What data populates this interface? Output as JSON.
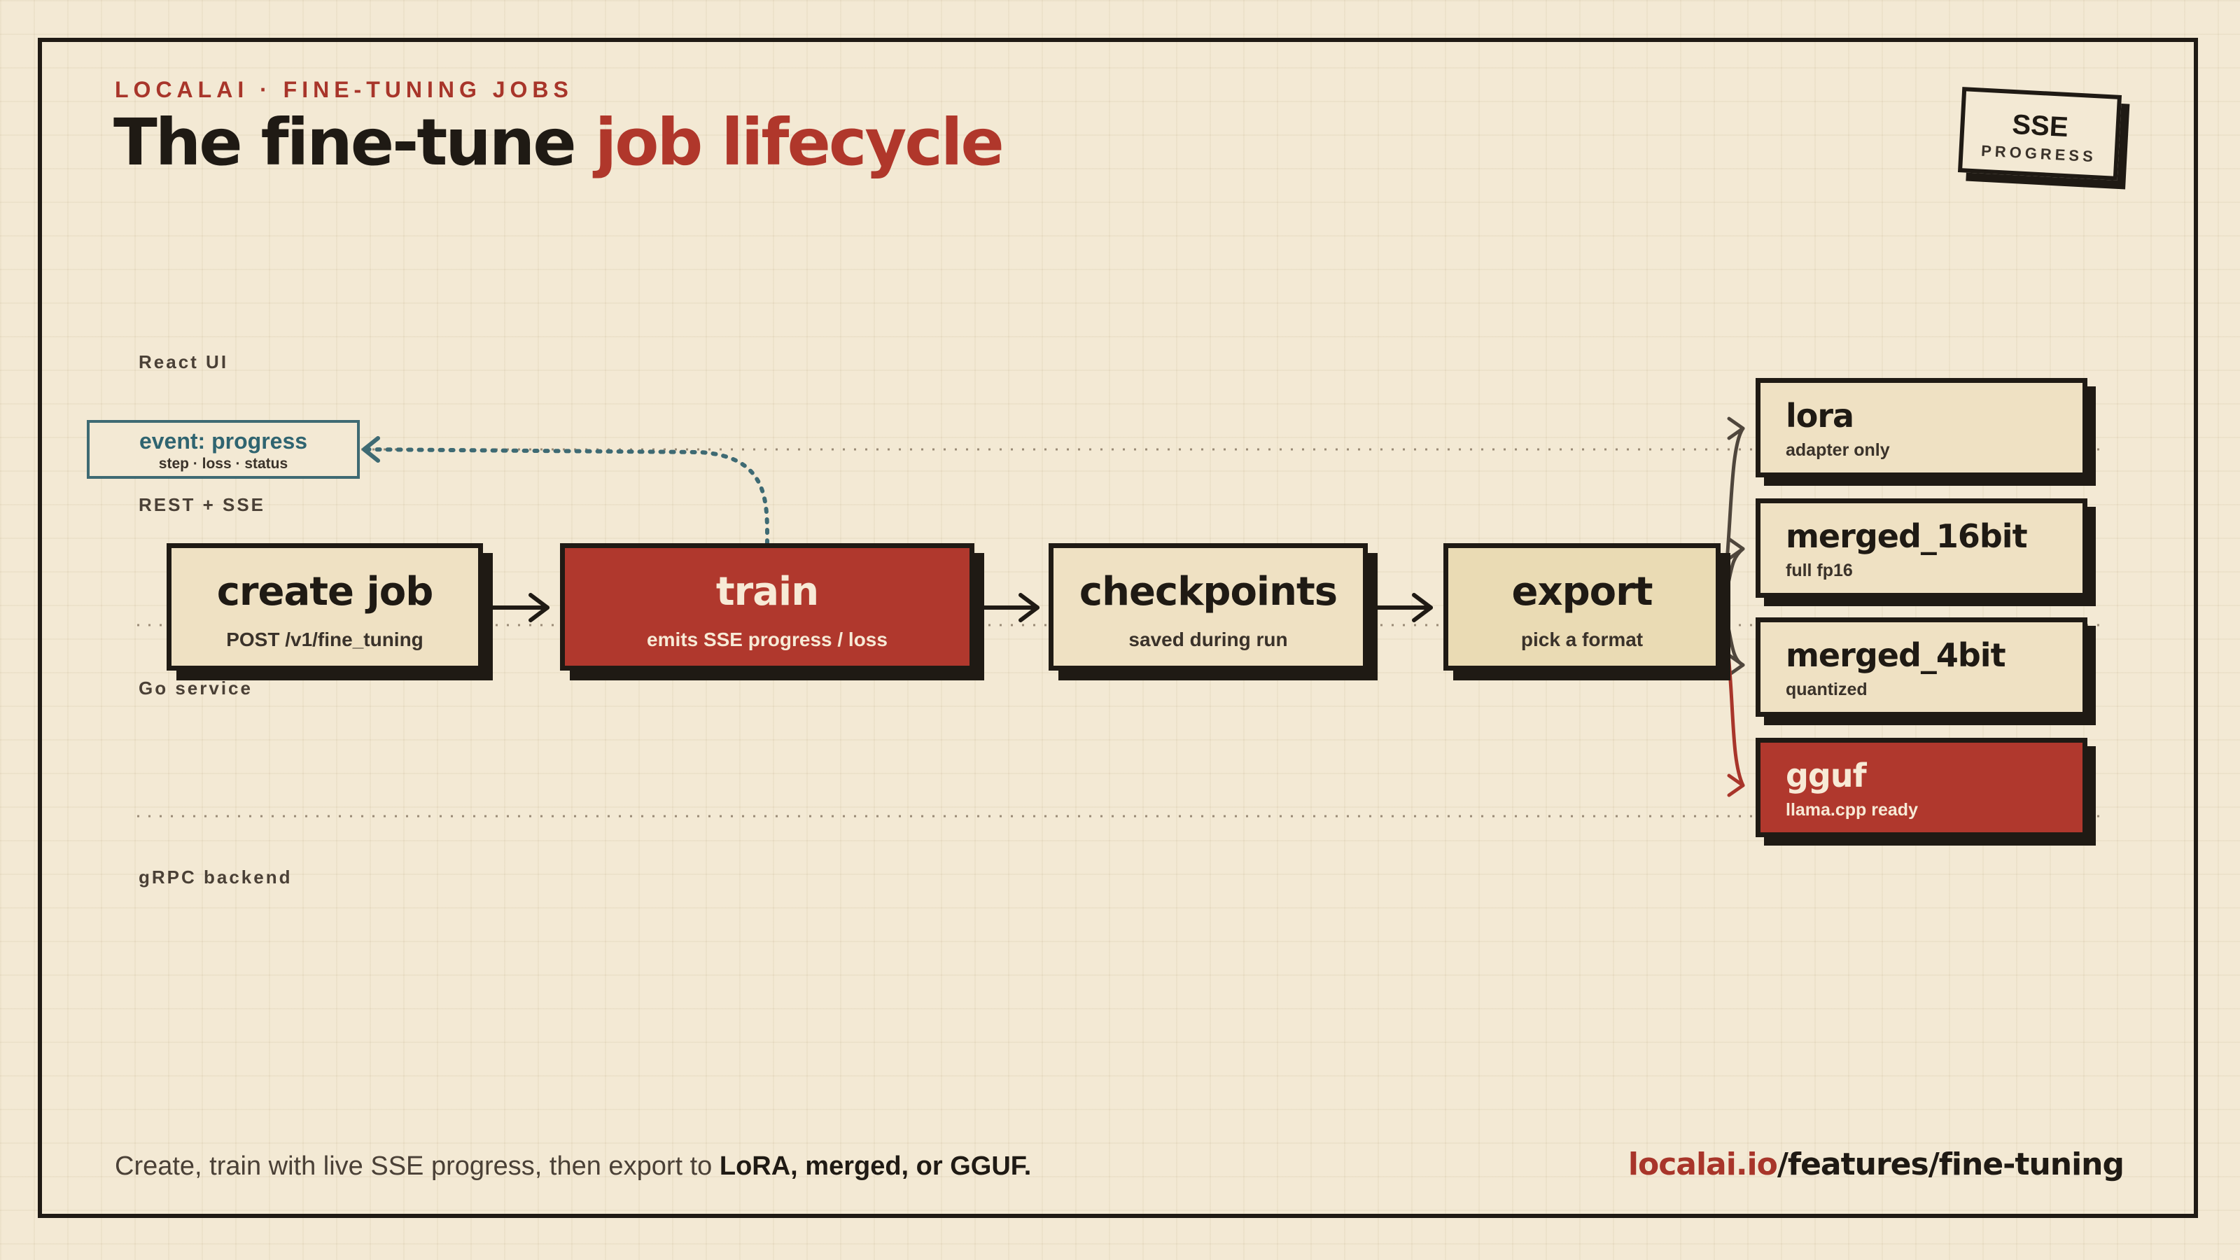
{
  "header": {
    "eyebrow": "LOCALAI · FINE-TUNING JOBS",
    "title_plain": "The fine-tune",
    "title_accent": "job lifecycle"
  },
  "badge": {
    "main": "SSE",
    "sub": "PROGRESS"
  },
  "lanes": {
    "react_ui": "React UI",
    "rest_sse": "REST + SSE",
    "go_service": "Go service",
    "grpc_backend": "gRPC backend"
  },
  "sse_event": {
    "title": "event: progress",
    "subtitle": "step · loss · status"
  },
  "pipeline": {
    "create_job": {
      "title": "create job",
      "subtitle": "POST /v1/fine_tuning"
    },
    "train": {
      "title": "train",
      "subtitle": "emits SSE progress / loss"
    },
    "checkpoints": {
      "title": "checkpoints",
      "subtitle": "saved during run"
    },
    "export": {
      "title": "export",
      "subtitle": "pick a format"
    }
  },
  "formats": [
    {
      "title": "lora",
      "subtitle": "adapter only"
    },
    {
      "title": "merged_16bit",
      "subtitle": "full fp16"
    },
    {
      "title": "merged_4bit",
      "subtitle": "quantized"
    },
    {
      "title": "gguf",
      "subtitle": "llama.cpp ready"
    }
  ],
  "footer": {
    "caption_plain": "Create, train with live SSE progress, then export to",
    "caption_bold": "LoRA, merged, or GGUF.",
    "link_domain": "localai.io",
    "link_path": "/features/fine-tuning"
  },
  "colors": {
    "background": "#f3e9d4",
    "ink": "#1f1a14",
    "accent_red": "#b0382d",
    "sse_teal": "#3e6a73",
    "box_fill": "#efe1c3"
  }
}
